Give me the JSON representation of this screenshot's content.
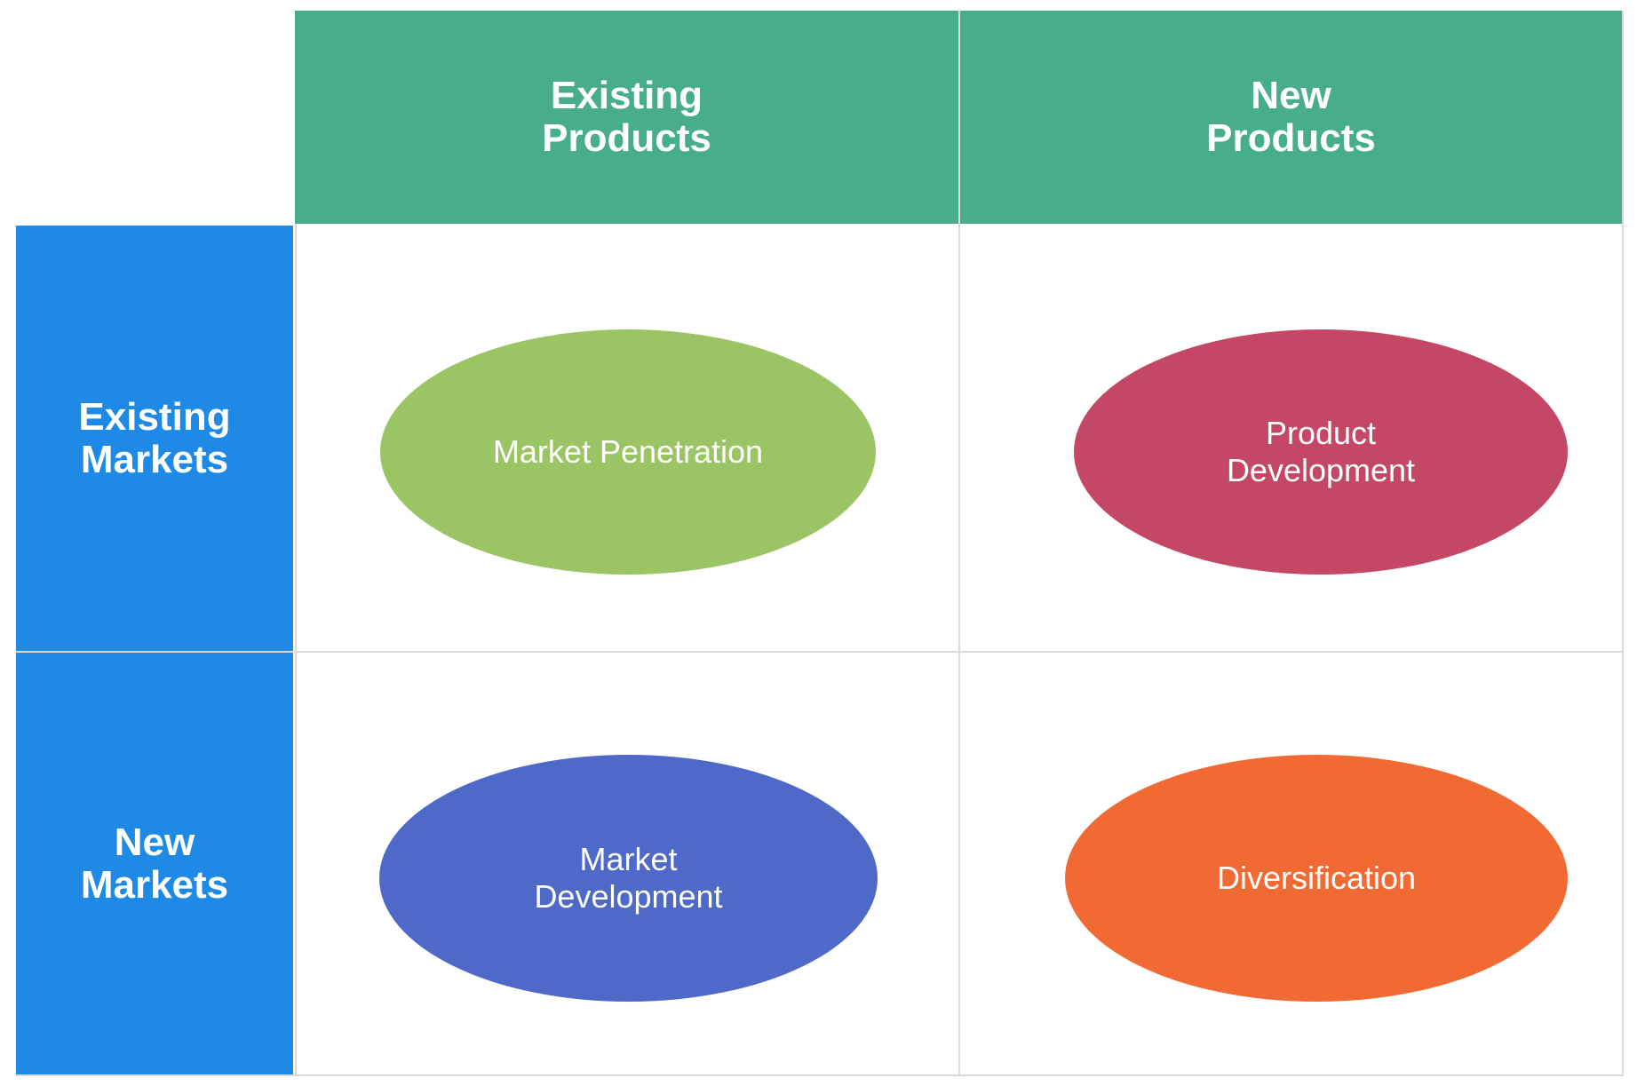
{
  "columns": [
    {
      "line1": "Existing",
      "line2": "Products"
    },
    {
      "line1": "New",
      "line2": "Products"
    }
  ],
  "rows": [
    {
      "line1": "Existing",
      "line2": "Markets"
    },
    {
      "line1": "New",
      "line2": "Markets"
    }
  ],
  "strategies": {
    "market_penetration": {
      "line1": "Market Penetration",
      "line2": ""
    },
    "product_development": {
      "line1": "Product",
      "line2": "Development"
    },
    "market_development": {
      "line1": "Market",
      "line2": "Development"
    },
    "diversification": {
      "line1": "Diversification",
      "line2": ""
    }
  },
  "colors": {
    "column_header": "#47ad8d",
    "row_header": "#1e8ae6",
    "market_penetration": "#9bc465",
    "product_development": "#c44866",
    "market_development": "#4e69c8",
    "diversification": "#f26a33",
    "grid": "#d9d9d9"
  }
}
